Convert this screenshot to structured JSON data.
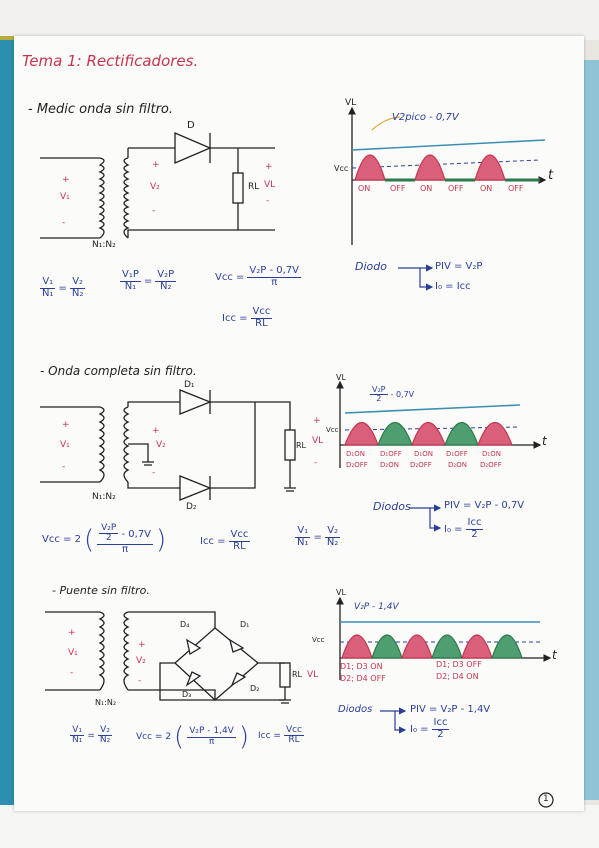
{
  "title": "Tema 1: Rectificadores.",
  "page_number": "1",
  "colors": {
    "red": "#c8344f",
    "blue": "#2a3f9a",
    "green": "#3a8a5a",
    "ink": "#222222"
  },
  "section1": {
    "heading": "- Medic onda sin filtro.",
    "diode": "D",
    "v1": "V₁",
    "v2": "V₂",
    "rl": "RL",
    "vl": "VL",
    "plus": "+",
    "minus": "-",
    "ratio": "N₁:N₂",
    "graph": {
      "ylabel": "VL",
      "peak": "V2pico - 0,7V",
      "vcc": "Vcc",
      "t": "t",
      "states": [
        "ON",
        "OFF",
        "ON",
        "OFF",
        "ON",
        "OFF"
      ]
    },
    "eq1": {
      "a_num": "V₁",
      "a_den": "N₁",
      "b_num": "V₂",
      "b_den": "N₂"
    },
    "eq2": {
      "a_num": "V₁P",
      "a_den": "N₁",
      "b_num": "V₂P",
      "b_den": "N₂"
    },
    "eq_vcc": {
      "lhs": "Vcc =",
      "num": "V₂P - 0,7V",
      "den": "π"
    },
    "eq_icc": {
      "lhs": "Icc =",
      "num": "Vcc",
      "den": "RL"
    },
    "diode_label": "Diodo",
    "piv": "PIV = V₂P",
    "io": "I₀ = Icc"
  },
  "section2": {
    "heading": "- Onda completa sin filtro.",
    "d1": "D₁",
    "d2": "D₂",
    "v1": "V₁",
    "v2": "V₂",
    "rl": "RL",
    "vl": "VL",
    "ratio": "N₁:N₂",
    "graph": {
      "ylabel": "VL",
      "peak_num": "V₂P",
      "peak_den": "2",
      "peak_tail": "- 0,7V",
      "vcc": "Vcc",
      "t": "t",
      "row1": [
        "D₁ON",
        "D₁OFF",
        "D₁ON",
        "D₁OFF",
        "D₁ON"
      ],
      "row2": [
        "D₂OFF",
        "D₂ON",
        "D₂OFF",
        "D₂ON",
        "D₂OFF"
      ]
    },
    "eq_vcc": {
      "lhs": "Vcc = 2",
      "num_a": "V₂P",
      "num_b": "2",
      "tail": "- 0,7V",
      "den": "π"
    },
    "eq_icc": {
      "lhs": "Icc =",
      "num": "Vcc",
      "den": "RL"
    },
    "eq_ratio": {
      "a_num": "V₁",
      "a_den": "N₁",
      "b_num": "V₂",
      "b_den": "N₂"
    },
    "diode_label": "Diodos",
    "piv": "PIV = V₂P - 0,7V",
    "io_lhs": "I₀ =",
    "io_num": "Icc",
    "io_den": "2"
  },
  "section3": {
    "heading": "- Puente sin filtro.",
    "d1": "D₁",
    "d2": "D₂",
    "d3": "D₃",
    "d4": "D₄",
    "v1": "V₁",
    "v2": "V₂",
    "rl": "RL",
    "vl": "VL",
    "ratio": "N₁:N₂",
    "graph": {
      "ylabel": "VL",
      "peak": "V₂P - 1,4V",
      "vcc": "Vcc",
      "t": "t",
      "s1a": "D1; D3 ON",
      "s1b": "D2; D4 OFF",
      "s2a": "D1; D3 OFF",
      "s2b": "D2; D4 ON"
    },
    "eq_ratio": {
      "a_num": "V₁",
      "a_den": "N₁",
      "b_num": "V₂",
      "b_den": "N₂"
    },
    "eq_vcc": {
      "lhs": "Vcc = 2",
      "num": "V₂P - 1,4V",
      "den": "π"
    },
    "eq_icc": {
      "lhs": "Icc =",
      "num": "Vcc",
      "den": "RL"
    },
    "diode_label": "Diodos",
    "piv": "PIV = V₂P - 1,4V",
    "io_lhs": "I₀ =",
    "io_num": "Icc",
    "io_den": "2"
  }
}
